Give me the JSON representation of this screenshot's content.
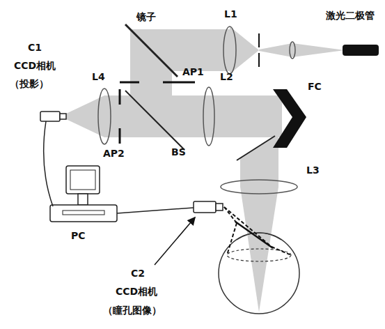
{
  "diagram": {
    "labels": [
      "激光二极管",
      "L1",
      "镜子",
      "AP1",
      "C1",
      "CCD相机",
      "（投影）",
      "L4",
      "L2",
      "FC",
      "BS",
      "AP2",
      "L3",
      "PC",
      "C2",
      "CCD相机",
      "（瞳孔图像）"
    ]
  }
}
